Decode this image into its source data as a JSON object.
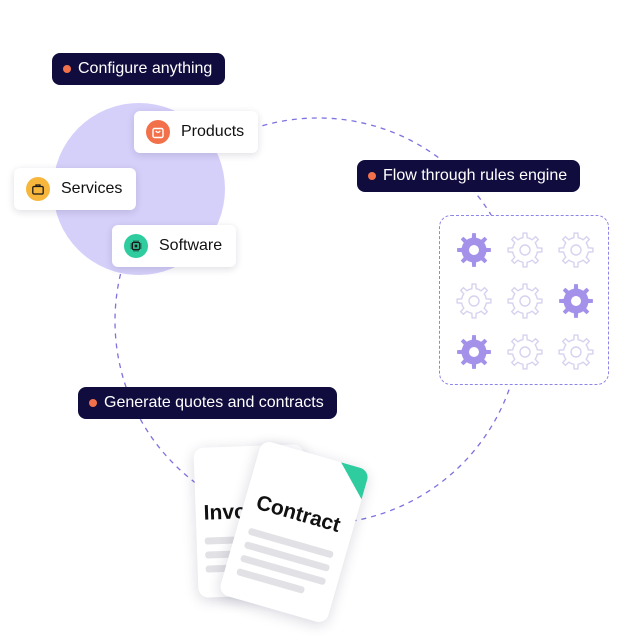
{
  "labels": {
    "configure": "Configure anything",
    "rules": "Flow through rules engine",
    "generate": "Generate quotes and contracts"
  },
  "chips": [
    {
      "label": "Products",
      "icon": "shopping-bag-icon",
      "color": "#f2714b"
    },
    {
      "label": "Services",
      "icon": "briefcase-icon",
      "color": "#f6b73c"
    },
    {
      "label": "Software",
      "icon": "chip-icon",
      "color": "#2ecc9f"
    }
  ],
  "gears": {
    "filled_color": "#a391ea",
    "outline_color": "#d6d2ef",
    "grid": [
      [
        "filled",
        "outline",
        "outline"
      ],
      [
        "outline",
        "outline",
        "filled"
      ],
      [
        "filled",
        "outline",
        "outline"
      ]
    ]
  },
  "documents": {
    "back_title": "Invo",
    "front_title": "Contract"
  },
  "colors": {
    "pill_bg": "#100d3e",
    "dot": "#f2714b",
    "ring": "#7d72e0",
    "blob": "#d5d0fa"
  }
}
